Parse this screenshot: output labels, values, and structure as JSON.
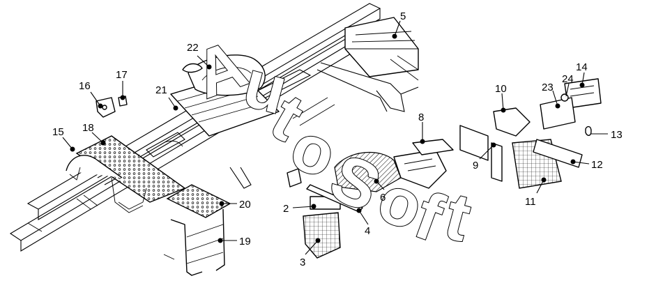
{
  "watermark": {
    "letters": [
      "A",
      "u",
      "t",
      "o",
      "S",
      "o",
      "f",
      "t"
    ]
  },
  "callouts": [
    {
      "id": "c1",
      "label": "2"
    },
    {
      "id": "c2",
      "label": "3"
    },
    {
      "id": "c3",
      "label": "4"
    },
    {
      "id": "c4",
      "label": "5"
    },
    {
      "id": "c5",
      "label": "6"
    },
    {
      "id": "c6",
      "label": "8"
    },
    {
      "id": "c7",
      "label": "9"
    },
    {
      "id": "c8",
      "label": "10"
    },
    {
      "id": "c9",
      "label": "11"
    },
    {
      "id": "c10",
      "label": "12"
    },
    {
      "id": "c11",
      "label": "13"
    },
    {
      "id": "c12",
      "label": "14"
    },
    {
      "id": "c13",
      "label": "15"
    },
    {
      "id": "c14",
      "label": "16"
    },
    {
      "id": "c15",
      "label": "17"
    },
    {
      "id": "c16",
      "label": "18"
    },
    {
      "id": "c17",
      "label": "19"
    },
    {
      "id": "c18",
      "label": "20"
    },
    {
      "id": "c19",
      "label": "21"
    },
    {
      "id": "c20",
      "label": "22"
    },
    {
      "id": "c21",
      "label": "23"
    },
    {
      "id": "c22",
      "label": "24"
    }
  ]
}
